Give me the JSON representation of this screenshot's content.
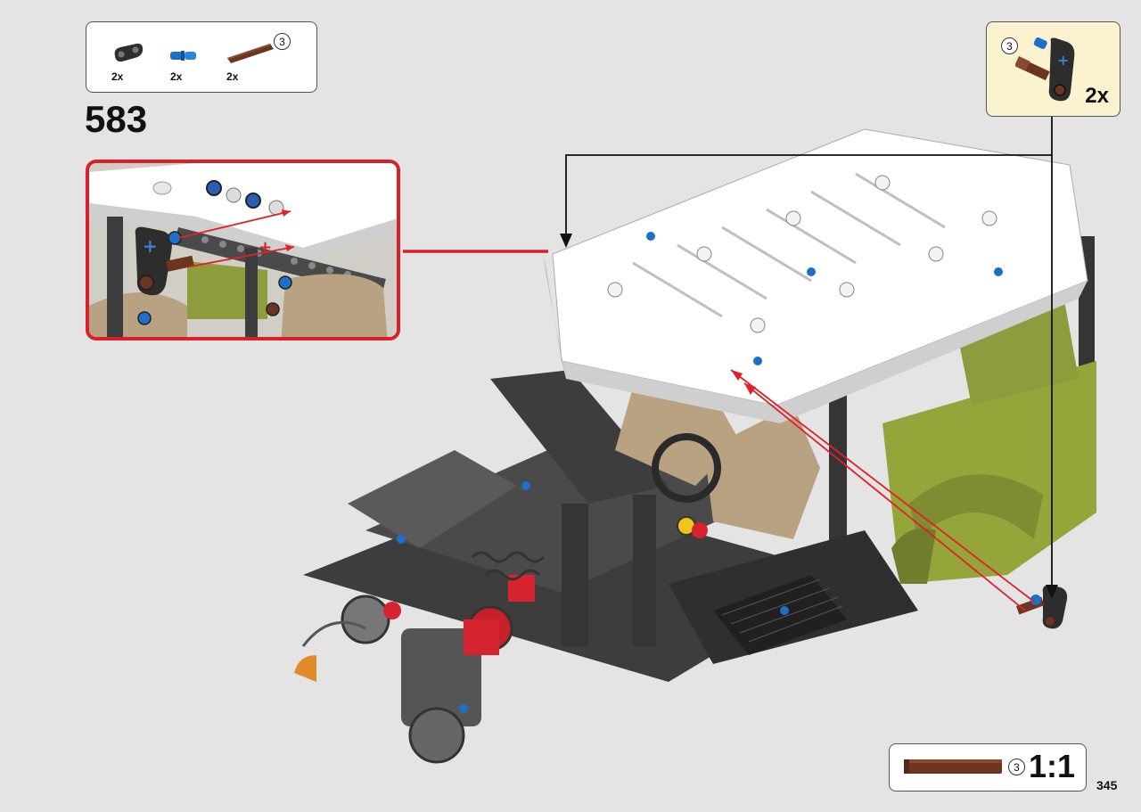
{
  "parts_list": [
    {
      "name": "black-connector",
      "quantity": "2x"
    },
    {
      "name": "blue-pin",
      "quantity": "2x"
    },
    {
      "name": "brown-axle",
      "quantity": "2x",
      "length": "3"
    }
  ],
  "step": {
    "number": "583"
  },
  "subassembly": {
    "quantity": "2x",
    "axle_length": "3"
  },
  "scale_guide": {
    "axle_length": "3",
    "scale": "1:1"
  },
  "page": {
    "number": "345"
  },
  "colors": {
    "callout_border": "#d8202a",
    "subassembly_bg": "#fbf2cf",
    "brown_axle": "#6b3520",
    "blue_pin": "#1e6fc9",
    "body_green": "#95a53a",
    "tan_seat": "#b9a281"
  }
}
